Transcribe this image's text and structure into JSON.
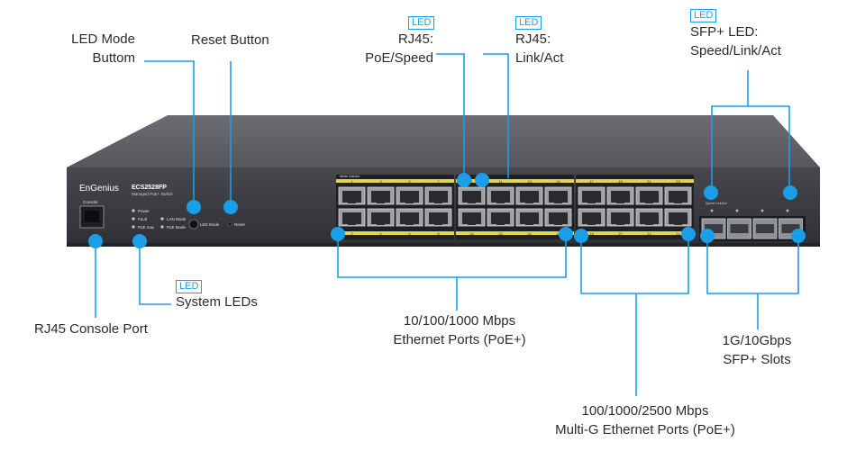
{
  "colors": {
    "accent": "#1a9ee8",
    "chassis": "#3c3e44",
    "port_label_strip": "#e8d44a"
  },
  "device": {
    "brand": "EnGenius",
    "model": "ECS2528FP",
    "model_sub": "Managed PoE+ Switch",
    "console_label": "Console",
    "leds": {
      "power": "Power",
      "fault": "Fault",
      "poe_max": "PoE max",
      "lan_mode": "LAN Mode",
      "poe_mode": "PoE Mode"
    },
    "led_mode_btn": "LED Mode",
    "reset_btn": "Reset",
    "sfp_header": "Speed  Link/Act",
    "mode_header": "Mode  Link/Act",
    "top_numbers_a": [
      "1",
      "3",
      "5",
      "7"
    ],
    "top_numbers_b": [
      "9",
      "11",
      "13",
      "15"
    ],
    "top_numbers_c": [
      "17",
      "19",
      "21",
      "23"
    ],
    "bottom_numbers_a": [
      "2",
      "4",
      "6",
      "8"
    ],
    "bottom_numbers_b": [
      "10",
      "12",
      "14",
      "16"
    ],
    "bottom_numbers_c": [
      "18",
      "20",
      "22",
      "24"
    ]
  },
  "callouts": {
    "led_mode": {
      "line1": "LED Mode",
      "line2": "Buttom"
    },
    "reset": {
      "text": "Reset Button"
    },
    "rj45_poe": {
      "badge": "LED",
      "line1": "RJ45:",
      "line2": "PoE/Speed"
    },
    "rj45_link": {
      "badge": "LED",
      "line1": "RJ45:",
      "line2": "Link/Act"
    },
    "sfp_led": {
      "badge": "LED",
      "line1": "SFP+ LED:",
      "line2": "Speed/Link/Act"
    },
    "system_leds": {
      "badge": "LED",
      "text": "System LEDs"
    },
    "console": {
      "text": "RJ45 Console Port"
    },
    "ethernet": {
      "line1": "10/100/1000 Mbps",
      "line2": "Ethernet Ports (PoE+)"
    },
    "multig": {
      "line1": "100/1000/2500 Mbps",
      "line2": "Multi-G Ethernet Ports (PoE+)"
    },
    "sfp_slots": {
      "line1": "1G/10Gbps",
      "line2": "SFP+ Slots"
    }
  }
}
